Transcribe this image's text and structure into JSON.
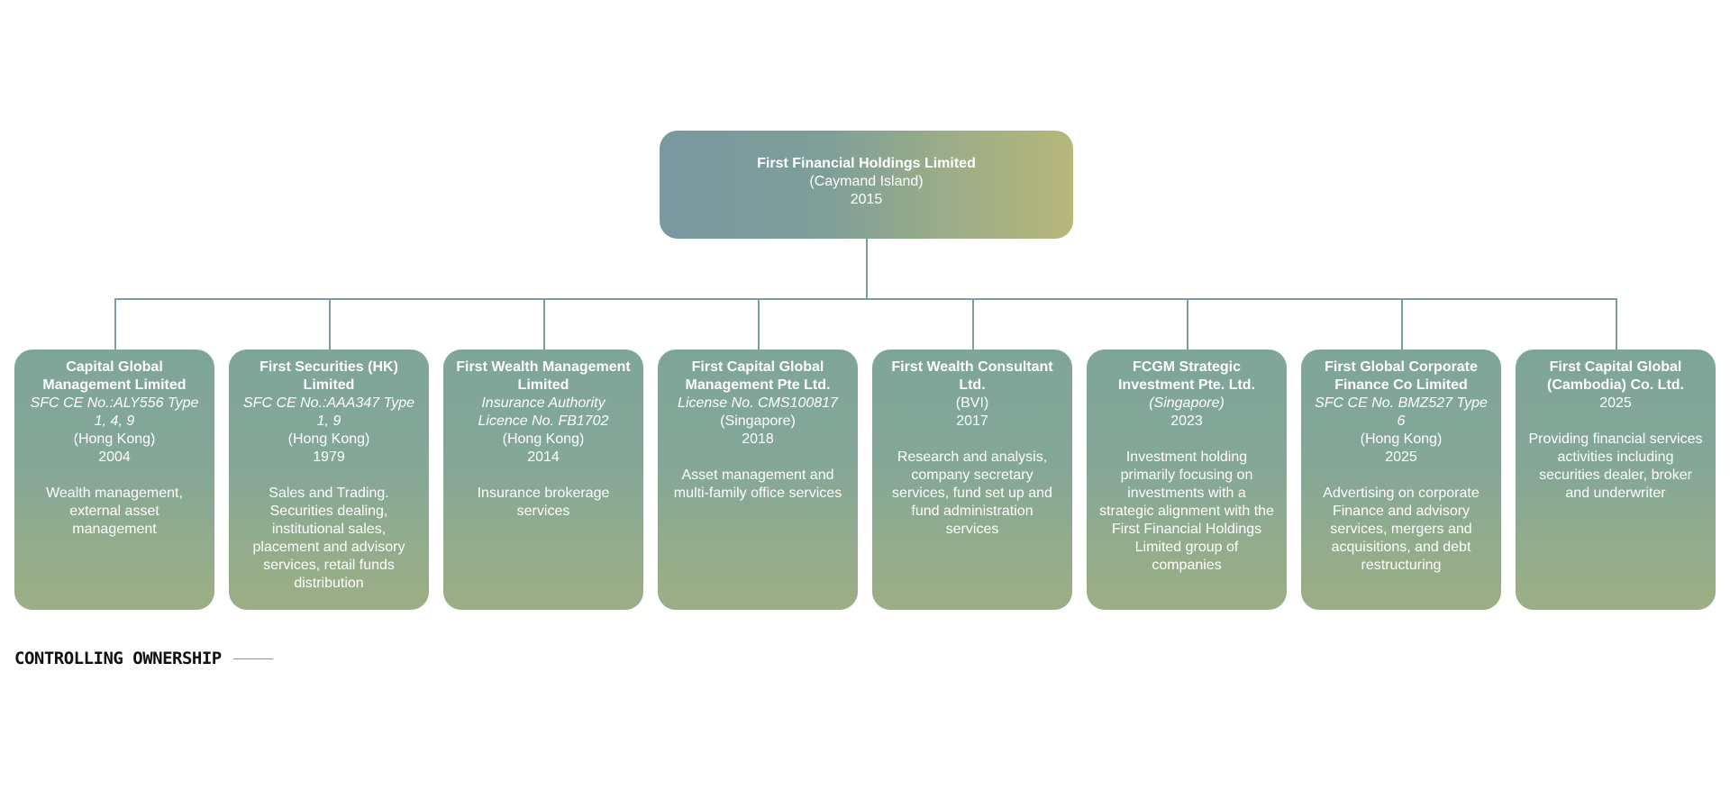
{
  "parent": {
    "name": "First Financial Holdings Limited",
    "jurisdiction": "(Caymand Island)",
    "year": "2015"
  },
  "children": [
    {
      "name": "Capital Global Management Limited",
      "license": "SFC CE No.:ALY556 Type 1, 4, 9",
      "jurisdiction": "(Hong Kong)",
      "year": "2004",
      "description": "Wealth management, external asset management"
    },
    {
      "name": "First Securities (HK) Limited",
      "license": "SFC CE No.:AAA347 Type 1, 9",
      "jurisdiction": "(Hong Kong)",
      "year": "1979",
      "description": "Sales and Trading. Securities dealing, institutional sales, placement and advisory services, retail funds distribution"
    },
    {
      "name": "First Wealth Management Limited",
      "license": "Insurance Authority Licence No. FB1702",
      "jurisdiction": "(Hong Kong)",
      "year": "2014",
      "description": "Insurance brokerage services"
    },
    {
      "name": "First Capital Global Management Pte Ltd.",
      "license": "License No. CMS100817",
      "jurisdiction": "(Singapore)",
      "year": "2018",
      "description": "Asset management and multi-family office services"
    },
    {
      "name": "First Wealth Consultant Ltd.",
      "license": "",
      "jurisdiction": "(BVI)",
      "year": "2017",
      "description": "Research and analysis, company secretary services, fund set up and fund administration services"
    },
    {
      "name": "FCGM Strategic Investment Pte. Ltd.",
      "license": "(Singapore)",
      "jurisdiction": "",
      "year": "2023",
      "description": "Investment holding primarily focusing on investments with a strategic alignment with the First Financial Holdings Limited group of companies"
    },
    {
      "name": "First Global Corporate Finance Co Limited",
      "license": "SFC CE No. BMZ527 Type 6",
      "jurisdiction": "(Hong Kong)",
      "year": "2025",
      "description": "Advertising on corporate Finance and advisory services, mergers and acquisitions, and debt restructuring"
    },
    {
      "name": "First Capital Global (Cambodia) Co. Ltd.",
      "license": "",
      "jurisdiction": "",
      "year": "2025",
      "description": "Providing financial services activities including securities dealer, broker and underwriter"
    }
  ],
  "footer": {
    "label": "CONTROLLING OWNERSHIP"
  },
  "colors": {
    "connector": "#7a9ea0",
    "card_top": "#7fa59a",
    "card_bottom": "#9cae85",
    "parent_left": "#7a98a0",
    "parent_right": "#b7b77a"
  }
}
